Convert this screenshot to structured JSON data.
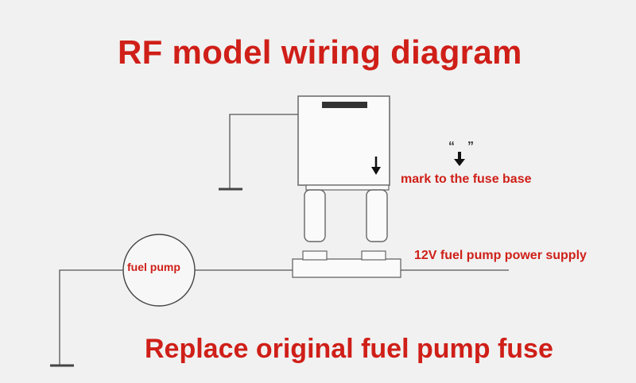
{
  "diagram": {
    "title": "RF model wiring diagram",
    "footer_caption": "Replace original fuel pump fuse",
    "fuse_mark_label": "mark to the fuse base",
    "fuse_mark_symbol": "“↓”",
    "power_supply_label": "12V fuel pump power supply",
    "pump_label": "fuel pump",
    "colors": {
      "label_red": "#cf1f18",
      "line": "#555555",
      "background": "#f1f1f1"
    }
  }
}
